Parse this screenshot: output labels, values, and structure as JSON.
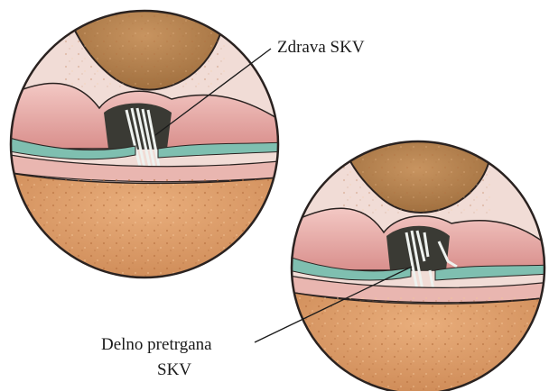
{
  "labels": {
    "healthy": "Zdrava SKV",
    "torn_line1": "Delno pretrgana",
    "torn_line2": "SKV"
  },
  "colors": {
    "background": "#ffffff",
    "bone_femur": "#b5834f",
    "bone_tibia": "#d89a66",
    "cartilage_pink": "#e7aaa8",
    "ligament": "#e8eeec",
    "meniscus_teal": "#7fbfb0",
    "outline": "#2a2220"
  }
}
